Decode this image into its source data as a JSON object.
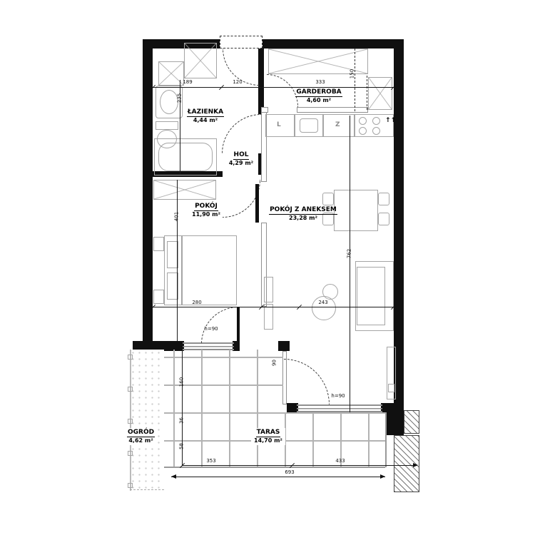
{
  "rooms": {
    "lazienka": {
      "name": "ŁAZIENKA",
      "area": "4,44 m²"
    },
    "hol": {
      "name": "HOL",
      "area": "4,29 m²"
    },
    "garderoba": {
      "name": "GARDEROBA",
      "area": "4,60 m²"
    },
    "pokoj": {
      "name": "POKÓJ",
      "area": "11,90 m²"
    },
    "aneks": {
      "name": "POKÓJ Z ANEKSEM",
      "area": "23,28 m²"
    },
    "ogrod": {
      "name": "OGRÓD",
      "area": "4,62 m²"
    },
    "taras": {
      "name": "TARAS",
      "area": "14,70 m²"
    }
  },
  "dims": {
    "top_left": "189",
    "top_mid": "120",
    "top_right": "333",
    "garderoba_depth": "150",
    "bathroom_height": "235",
    "pokoj_height": "401",
    "pokoj_width": "280",
    "aneks_width": "243",
    "aneks_height": "762",
    "terrace_seg1": "353",
    "terrace_seg2": "433",
    "terrace_total": "693",
    "terrace_left1": "160",
    "terrace_left2": "36",
    "terrace_left3": "58"
  },
  "kitchen": {
    "left_cabinet": "L",
    "right_cabinet": "Z",
    "arrows": "↑↑"
  },
  "annotations": {
    "sill_pokoj": "h=90",
    "sill_aneks": "h=90",
    "door_width": "90"
  }
}
